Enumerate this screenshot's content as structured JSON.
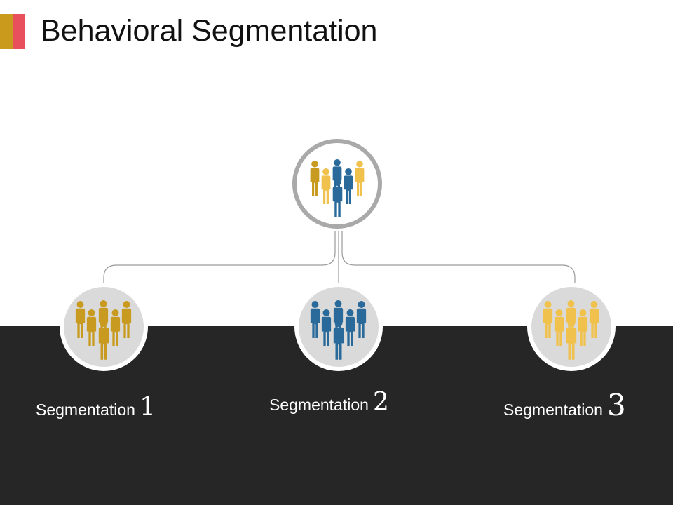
{
  "slide": {
    "title": "Behavioral Segmentation",
    "colors": {
      "accent_gold": "#C99A1B",
      "accent_red": "#E8505B",
      "dark_band": "#262626",
      "ring_gray": "#A9A9A9",
      "circle_fill": "#DADADA",
      "connector": "#9A9A9A",
      "figure_gold": "#C89B20",
      "figure_blue": "#2A6A9A",
      "figure_yellow": "#F0C24D"
    },
    "root": {
      "icon": "people-group-icon"
    },
    "segments": [
      {
        "word": "Segmentation",
        "number": "1",
        "icon": "people-group-icon",
        "color": "#C89B20"
      },
      {
        "word": "Segmentation",
        "number": "2",
        "icon": "people-group-icon",
        "color": "#2A6A9A"
      },
      {
        "word": "Segmentation",
        "number": "3",
        "icon": "people-group-icon",
        "color": "#F0C24D"
      }
    ]
  }
}
